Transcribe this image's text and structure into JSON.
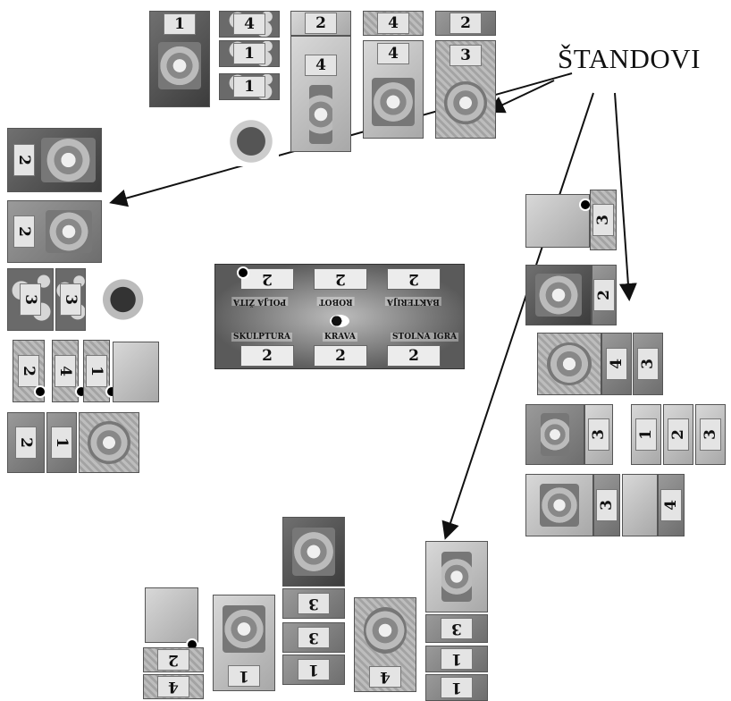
{
  "title": "ŠTANDOVI",
  "board": {
    "top_labels": [
      "POLJA ŽITA",
      "ROBOT",
      "BAKTERIJA"
    ],
    "bottom_labels": [
      "SKULPTURA",
      "KRAVA",
      "STOLNA IGRA"
    ],
    "top_values": [
      "2",
      "2",
      "2"
    ],
    "bottom_values": [
      "2",
      "2",
      "2"
    ]
  },
  "top_group": [
    "1",
    "4",
    "1",
    "1",
    "2",
    "4",
    "4",
    "4",
    "2",
    "3"
  ],
  "left_group": [
    "2",
    "2",
    "3",
    "3",
    "2",
    "4",
    "1",
    "2",
    "1"
  ],
  "right_group": [
    "3",
    "2",
    "4",
    "3",
    "3",
    "1",
    "2",
    "3",
    "3",
    "4"
  ],
  "bottom_group": [
    "2",
    "4",
    "1",
    "3",
    "3",
    "1",
    "4",
    "3",
    "1",
    "1"
  ],
  "icons": [
    "target-dot-icon",
    "arrow-icon"
  ]
}
